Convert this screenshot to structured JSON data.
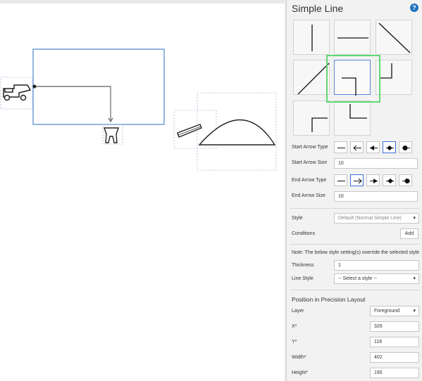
{
  "panel": {
    "title": "Simple Line",
    "help_icon": "help-icon",
    "start_arrow_type_label": "Start Arrow Type",
    "start_arrow_size_label": "Start Arrow Size",
    "start_arrow_size_value": "10",
    "end_arrow_type_label": "End Arrow Type",
    "end_arrow_size_label": "End Arrow Size",
    "end_arrow_size_value": "10",
    "style_label": "Style",
    "style_value": "Default (Normal Simple Line)",
    "conditions_label": "Conditions",
    "add_label": "Add",
    "note": "Note: The below style setting(s) override the selected style",
    "thickness_label": "Thickness",
    "thickness_value": "1",
    "line_style_label": "Line Style",
    "line_style_value": "-- Select a style --",
    "position_title": "Position in Precision Layout",
    "layer_label": "Layer",
    "layer_value": "Foreground",
    "x_label": "X*",
    "x_value": "326",
    "y_label": "Y*",
    "y_value": "116",
    "width_label": "Width*",
    "width_value": "402",
    "height_label": "Height*",
    "height_value": "195"
  },
  "colors": {
    "accent": "#1f72bd",
    "selection_blue": "#5b84d6",
    "highlight_green": "#5fd873",
    "canvas_rect": "#7aa3d9"
  }
}
